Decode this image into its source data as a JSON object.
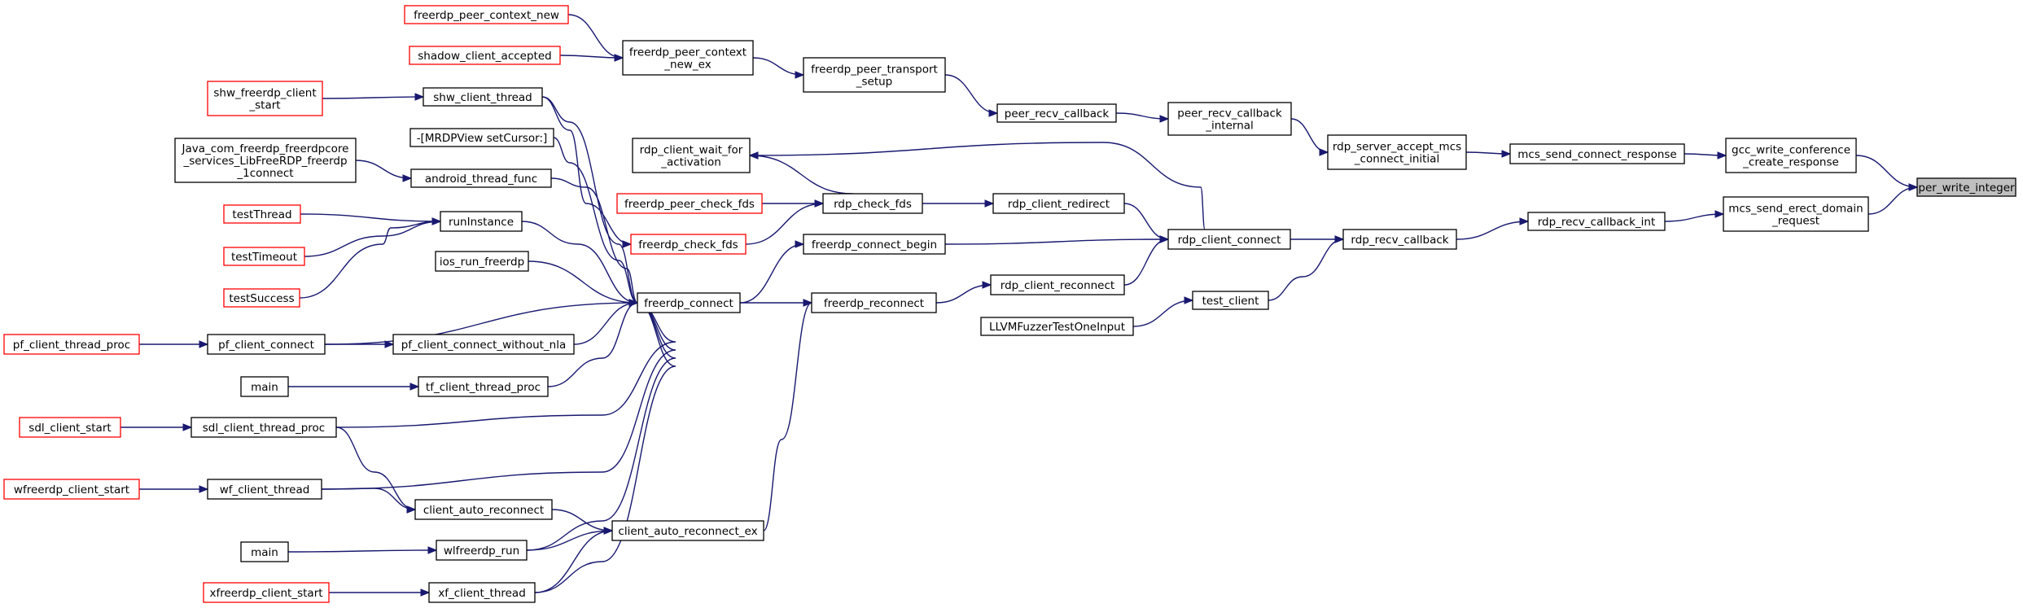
{
  "diagram": {
    "nodes": [
      {
        "id": "per_write_integer",
        "lines": [
          "per_write_integer"
        ],
        "style": "root"
      },
      {
        "id": "gcc_write_conference_create_response",
        "lines": [
          "gcc_write_conference",
          "_create_response"
        ],
        "style": "normal"
      },
      {
        "id": "mcs_send_erect_domain_request",
        "lines": [
          "mcs_send_erect_domain",
          "_request"
        ],
        "style": "normal"
      },
      {
        "id": "mcs_send_connect_response",
        "lines": [
          "mcs_send_connect_response"
        ],
        "style": "normal"
      },
      {
        "id": "rdp_recv_callback_int",
        "lines": [
          "rdp_recv_callback_int"
        ],
        "style": "normal"
      },
      {
        "id": "rdp_server_accept_mcs_connect_initial",
        "lines": [
          "rdp_server_accept_mcs",
          "_connect_initial"
        ],
        "style": "normal"
      },
      {
        "id": "rdp_recv_callback",
        "lines": [
          "rdp_recv_callback"
        ],
        "style": "normal"
      },
      {
        "id": "peer_recv_callback_internal",
        "lines": [
          "peer_recv_callback",
          "_internal"
        ],
        "style": "normal"
      },
      {
        "id": "rdp_client_connect",
        "lines": [
          "rdp_client_connect"
        ],
        "style": "normal"
      },
      {
        "id": "test_client",
        "lines": [
          "test_client"
        ],
        "style": "normal"
      },
      {
        "id": "peer_recv_callback",
        "lines": [
          "peer_recv_callback"
        ],
        "style": "normal"
      },
      {
        "id": "rdp_client_redirect",
        "lines": [
          "rdp_client_redirect"
        ],
        "style": "normal"
      },
      {
        "id": "rdp_client_reconnect",
        "lines": [
          "rdp_client_reconnect"
        ],
        "style": "normal"
      },
      {
        "id": "LLVMFuzzerTestOneInput",
        "lines": [
          "LLVMFuzzerTestOneInput"
        ],
        "style": "normal"
      },
      {
        "id": "freerdp_peer_transport_setup",
        "lines": [
          "freerdp_peer_transport",
          "_setup"
        ],
        "style": "normal"
      },
      {
        "id": "rdp_check_fds",
        "lines": [
          "rdp_check_fds"
        ],
        "style": "normal"
      },
      {
        "id": "freerdp_connect_begin",
        "lines": [
          "freerdp_connect_begin"
        ],
        "style": "normal"
      },
      {
        "id": "freerdp_reconnect",
        "lines": [
          "freerdp_reconnect"
        ],
        "style": "normal"
      },
      {
        "id": "freerdp_peer_context_new_ex",
        "lines": [
          "freerdp_peer_context",
          "_new_ex"
        ],
        "style": "normal"
      },
      {
        "id": "rdp_client_wait_for_activation",
        "lines": [
          "rdp_client_wait_for",
          "_activation"
        ],
        "style": "normal"
      },
      {
        "id": "freerdp_peer_check_fds",
        "lines": [
          "freerdp_peer_check_fds"
        ],
        "style": "red"
      },
      {
        "id": "freerdp_check_fds",
        "lines": [
          "freerdp_check_fds"
        ],
        "style": "red"
      },
      {
        "id": "freerdp_connect",
        "lines": [
          "freerdp_connect"
        ],
        "style": "normal"
      },
      {
        "id": "client_auto_reconnect_ex",
        "lines": [
          "client_auto_reconnect_ex"
        ],
        "style": "normal"
      },
      {
        "id": "freerdp_peer_context_new",
        "lines": [
          "freerdp_peer_context_new"
        ],
        "style": "red"
      },
      {
        "id": "shadow_client_accepted",
        "lines": [
          "shadow_client_accepted"
        ],
        "style": "red"
      },
      {
        "id": "shw_client_thread",
        "lines": [
          "shw_client_thread"
        ],
        "style": "normal"
      },
      {
        "id": "MRDPView_setCursor",
        "lines": [
          "-[MRDPView setCursor:]"
        ],
        "style": "normal"
      },
      {
        "id": "android_thread_func",
        "lines": [
          "android_thread_func"
        ],
        "style": "normal"
      },
      {
        "id": "runInstance",
        "lines": [
          "runInstance"
        ],
        "style": "normal"
      },
      {
        "id": "ios_run_freerdp",
        "lines": [
          "ios_run_freerdp"
        ],
        "style": "normal"
      },
      {
        "id": "pf_client_connect_without_nla",
        "lines": [
          "pf_client_connect_without_nla"
        ],
        "style": "normal"
      },
      {
        "id": "tf_client_thread_proc",
        "lines": [
          "tf_client_thread_proc"
        ],
        "style": "normal"
      },
      {
        "id": "client_auto_reconnect",
        "lines": [
          "client_auto_reconnect"
        ],
        "style": "normal"
      },
      {
        "id": "wlfreerdp_run",
        "lines": [
          "wlfreerdp_run"
        ],
        "style": "normal"
      },
      {
        "id": "xf_client_thread",
        "lines": [
          "xf_client_thread"
        ],
        "style": "normal"
      },
      {
        "id": "shw_freerdp_client_start",
        "lines": [
          "shw_freerdp_client",
          "_start"
        ],
        "style": "red"
      },
      {
        "id": "java_connect",
        "lines": [
          "Java_com_freerdp_freerdpcore",
          "_services_LibFreeRDP_freerdp",
          "_1connect"
        ],
        "style": "normal"
      },
      {
        "id": "testThread",
        "lines": [
          "testThread"
        ],
        "style": "red"
      },
      {
        "id": "testTimeout",
        "lines": [
          "testTimeout"
        ],
        "style": "red"
      },
      {
        "id": "testSuccess",
        "lines": [
          "testSuccess"
        ],
        "style": "red"
      },
      {
        "id": "pf_client_connect",
        "lines": [
          "pf_client_connect"
        ],
        "style": "normal"
      },
      {
        "id": "pf_client_thread_proc",
        "lines": [
          "pf_client_thread_proc"
        ],
        "style": "red"
      },
      {
        "id": "main_tf",
        "lines": [
          "main"
        ],
        "style": "normal"
      },
      {
        "id": "sdl_client_thread_proc",
        "lines": [
          "sdl_client_thread_proc"
        ],
        "style": "normal"
      },
      {
        "id": "sdl_client_start",
        "lines": [
          "sdl_client_start"
        ],
        "style": "red"
      },
      {
        "id": "wf_client_thread",
        "lines": [
          "wf_client_thread"
        ],
        "style": "normal"
      },
      {
        "id": "wfreerdp_client_start",
        "lines": [
          "wfreerdp_client_start"
        ],
        "style": "red"
      },
      {
        "id": "main_wl",
        "lines": [
          "main"
        ],
        "style": "normal"
      },
      {
        "id": "xfreerdp_client_start",
        "lines": [
          "xfreerdp_client_start"
        ],
        "style": "red"
      }
    ],
    "edges": [
      {
        "from": "gcc_write_conference_create_response",
        "to": "per_write_integer"
      },
      {
        "from": "mcs_send_erect_domain_request",
        "to": "per_write_integer"
      },
      {
        "from": "mcs_send_connect_response",
        "to": "gcc_write_conference_create_response"
      },
      {
        "from": "rdp_recv_callback_int",
        "to": "mcs_send_erect_domain_request"
      },
      {
        "from": "rdp_server_accept_mcs_connect_initial",
        "to": "mcs_send_connect_response"
      },
      {
        "from": "rdp_recv_callback",
        "to": "rdp_recv_callback_int"
      },
      {
        "from": "peer_recv_callback_internal",
        "to": "rdp_server_accept_mcs_connect_initial"
      },
      {
        "from": "rdp_client_connect",
        "to": "rdp_recv_callback"
      },
      {
        "from": "test_client",
        "to": "rdp_recv_callback"
      },
      {
        "from": "peer_recv_callback",
        "to": "peer_recv_callback_internal"
      },
      {
        "from": "rdp_client_redirect",
        "to": "rdp_client_connect"
      },
      {
        "from": "rdp_client_reconnect",
        "to": "rdp_client_connect"
      },
      {
        "from": "freerdp_connect_begin",
        "to": "rdp_client_connect"
      },
      {
        "from": "rdp_client_connect",
        "to": "rdp_client_wait_for_activation"
      },
      {
        "from": "LLVMFuzzerTestOneInput",
        "to": "test_client"
      },
      {
        "from": "freerdp_peer_transport_setup",
        "to": "peer_recv_callback"
      },
      {
        "from": "rdp_check_fds",
        "to": "rdp_client_redirect"
      },
      {
        "from": "freerdp_reconnect",
        "to": "rdp_client_reconnect"
      },
      {
        "from": "freerdp_peer_context_new_ex",
        "to": "freerdp_peer_transport_setup"
      },
      {
        "from": "rdp_check_fds",
        "to": "rdp_client_wait_for_activation"
      },
      {
        "from": "freerdp_peer_check_fds",
        "to": "rdp_check_fds"
      },
      {
        "from": "freerdp_check_fds",
        "to": "rdp_check_fds"
      },
      {
        "from": "freerdp_connect",
        "to": "freerdp_connect_begin"
      },
      {
        "from": "freerdp_connect",
        "to": "freerdp_reconnect"
      },
      {
        "from": "client_auto_reconnect_ex",
        "to": "freerdp_reconnect"
      },
      {
        "from": "freerdp_peer_context_new",
        "to": "freerdp_peer_context_new_ex"
      },
      {
        "from": "shadow_client_accepted",
        "to": "freerdp_peer_context_new_ex"
      },
      {
        "from": "shw_client_thread",
        "to": "freerdp_check_fds"
      },
      {
        "from": "shw_client_thread",
        "to": "freerdp_connect"
      },
      {
        "from": "MRDPView_setCursor",
        "to": "freerdp_connect"
      },
      {
        "from": "android_thread_func",
        "to": "freerdp_connect"
      },
      {
        "from": "runInstance",
        "to": "freerdp_connect"
      },
      {
        "from": "ios_run_freerdp",
        "to": "freerdp_connect"
      },
      {
        "from": "pf_client_connect",
        "to": "freerdp_connect"
      },
      {
        "from": "pf_client_connect_without_nla",
        "to": "freerdp_connect"
      },
      {
        "from": "tf_client_thread_proc",
        "to": "freerdp_connect"
      },
      {
        "from": "sdl_client_thread_proc",
        "to": "freerdp_connect"
      },
      {
        "from": "wf_client_thread",
        "to": "freerdp_connect"
      },
      {
        "from": "client_auto_reconnect",
        "to": "client_auto_reconnect_ex"
      },
      {
        "from": "wlfreerdp_run",
        "to": "freerdp_connect"
      },
      {
        "from": "wlfreerdp_run",
        "to": "client_auto_reconnect_ex"
      },
      {
        "from": "xf_client_thread",
        "to": "freerdp_connect"
      },
      {
        "from": "xf_client_thread",
        "to": "client_auto_reconnect_ex"
      },
      {
        "from": "shw_freerdp_client_start",
        "to": "shw_client_thread"
      },
      {
        "from": "java_connect",
        "to": "android_thread_func"
      },
      {
        "from": "testThread",
        "to": "runInstance"
      },
      {
        "from": "testTimeout",
        "to": "runInstance"
      },
      {
        "from": "testSuccess",
        "to": "runInstance"
      },
      {
        "from": "pf_client_connect",
        "to": "pf_client_connect_without_nla"
      },
      {
        "from": "pf_client_thread_proc",
        "to": "pf_client_connect"
      },
      {
        "from": "main_tf",
        "to": "tf_client_thread_proc"
      },
      {
        "from": "sdl_client_start",
        "to": "sdl_client_thread_proc"
      },
      {
        "from": "sdl_client_thread_proc",
        "to": "client_auto_reconnect"
      },
      {
        "from": "wfreerdp_client_start",
        "to": "wf_client_thread"
      },
      {
        "from": "wf_client_thread",
        "to": "client_auto_reconnect"
      },
      {
        "from": "main_wl",
        "to": "wlfreerdp_run"
      },
      {
        "from": "xfreerdp_client_start",
        "to": "xf_client_thread"
      }
    ]
  }
}
